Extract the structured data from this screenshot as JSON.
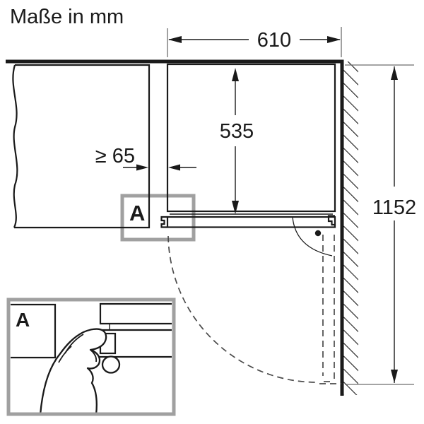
{
  "title": "Maße in mm",
  "diagram": {
    "dimensions": {
      "niche_width": "610",
      "appliance_depth": "535",
      "side_clearance": "≥ 65",
      "wall_to_open_door": "1152"
    },
    "detail_marker": "A",
    "inset_marker": "A"
  },
  "icons": {
    "wall_hatching": "hatched-wall",
    "hand": "hand-adjusting-hinge-cover"
  },
  "colors": {
    "line": "#1a1a1a",
    "callout_gray": "#a0a0a0",
    "dashed_line": "#4a4a4a",
    "background": "#ffffff"
  }
}
